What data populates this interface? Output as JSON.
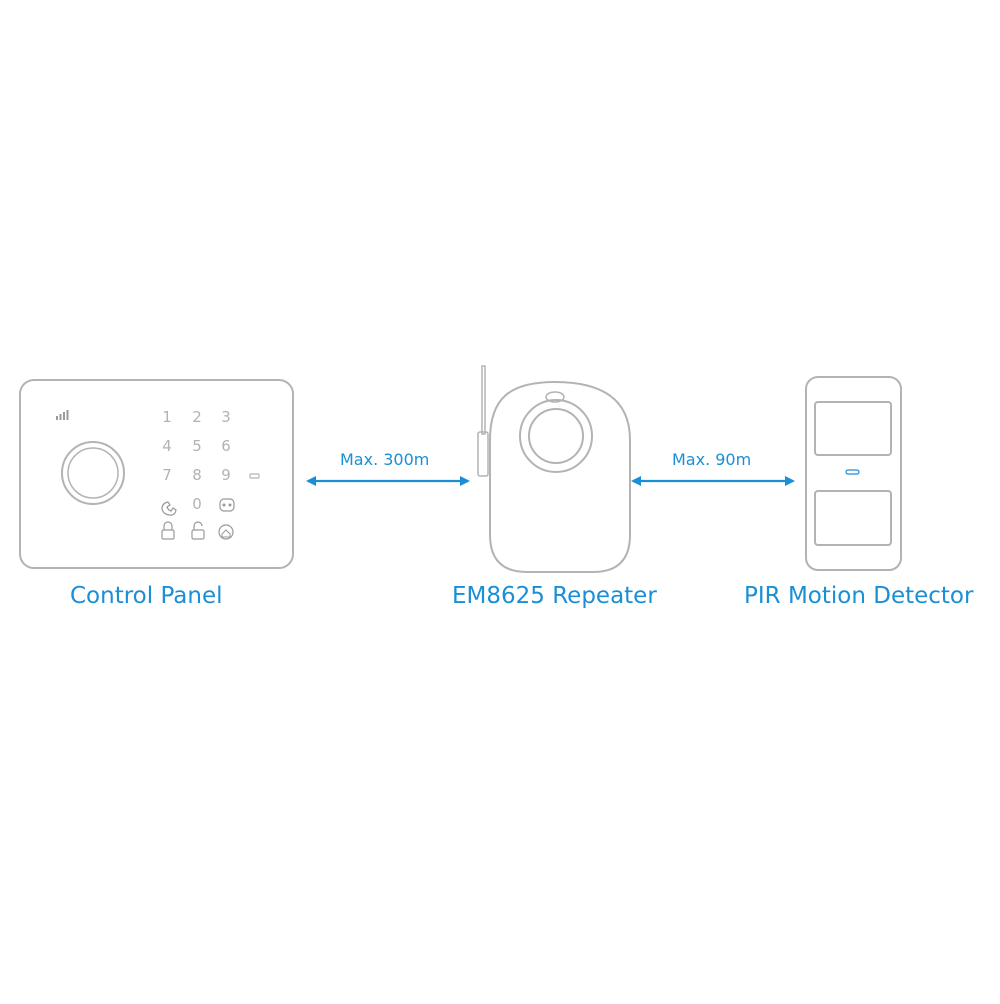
{
  "devices": {
    "control_panel": {
      "label": "Control Panel",
      "keypad": [
        "1",
        "2",
        "3",
        "4",
        "5",
        "6",
        "7",
        "8",
        "9",
        "0"
      ],
      "icons": [
        "signal-bars-icon",
        "phone-icon",
        "sos-icon",
        "lock-icon",
        "unlock-icon",
        "home-lock-icon",
        "led-indicator-icon"
      ]
    },
    "repeater": {
      "label": "EM8625 Repeater"
    },
    "pir": {
      "label": "PIR  Motion Detector"
    }
  },
  "links": [
    {
      "from": "control_panel",
      "to": "repeater",
      "label": "Max. 300m"
    },
    {
      "from": "repeater",
      "to": "pir",
      "label": "Max. 90m"
    }
  ],
  "colors": {
    "accent": "#1a8fd6",
    "outline": "#b3b3b3",
    "background": "#ffffff"
  }
}
